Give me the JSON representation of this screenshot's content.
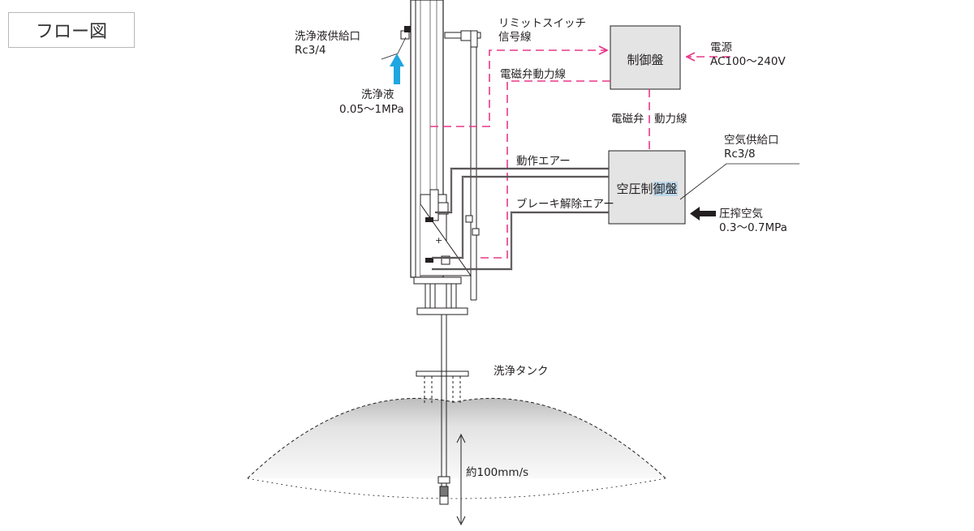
{
  "title": "フロー図",
  "labels": {
    "supply_port": "洗浄液供給口",
    "supply_port_size": "Rc3/4",
    "wash_liquid": "洗浄液",
    "wash_pressure": "0.05〜1MPa",
    "limit_switch_1": "リミットスイッチ",
    "limit_switch_2": "信号線",
    "solenoid_power": "電磁弁動力線",
    "control_panel": "制御盤",
    "power_source": "電源",
    "power_voltage": "AC100〜240V",
    "valve_power_a": "電磁弁",
    "valve_power_b": "動力線",
    "air_supply_port": "空気供給口",
    "air_supply_size": "Rc3/8",
    "operating_air": "動作エアー",
    "pneumatic_panel_a": "空圧制",
    "pneumatic_panel_b": "御盤",
    "brake_release_air": "ブレーキ解除エアー",
    "compressed_air": "圧搾空気",
    "air_pressure": "0.3〜0.7MPa",
    "wash_tank": "洗浄タンク",
    "speed": "約100mm/s"
  },
  "colors": {
    "signal_line": "#e8398a",
    "air_line": "#231f20",
    "wash_arrow": "#1ea6e0",
    "panel_fill": "#e4e4e4",
    "tank_fill": "#eeeeee"
  },
  "icons": [
    "wash-liquid-arrow-icon",
    "compressed-air-arrow-icon",
    "dashed-arrow-icon"
  ]
}
